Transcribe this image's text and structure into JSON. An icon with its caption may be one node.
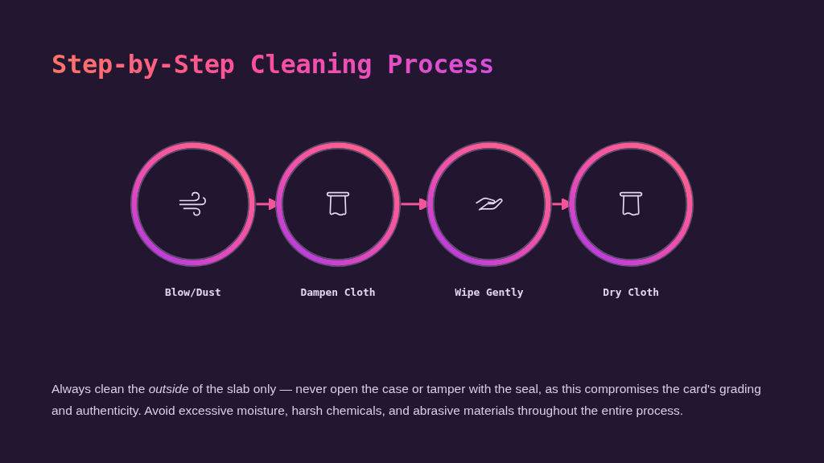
{
  "diagram": {
    "title": "Step-by-Step Cleaning Process",
    "nodes": [
      {
        "text": [
          "Blow/Dust"
        ]
      },
      {
        "text": [
          "Dampen Cloth"
        ]
      },
      {
        "text": [
          "Wipe Gently"
        ]
      },
      {
        "text": [
          "Dry Cloth"
        ]
      }
    ],
    "edges": [
      {
        "from": 0,
        "to": 1,
        "arrow": "to"
      },
      {
        "from": 1,
        "to": 2,
        "arrow": "to"
      },
      {
        "from": 2,
        "to": 3,
        "arrow": "to"
      }
    ],
    "caption": "Always clean the *outside* of the slab only — never open the case or tamper with the seal, as this compromises the card's grading and authenticity. Avoid excessive moisture, harsh chemicals, and abrasive materials throughout the entire process."
  }
}
